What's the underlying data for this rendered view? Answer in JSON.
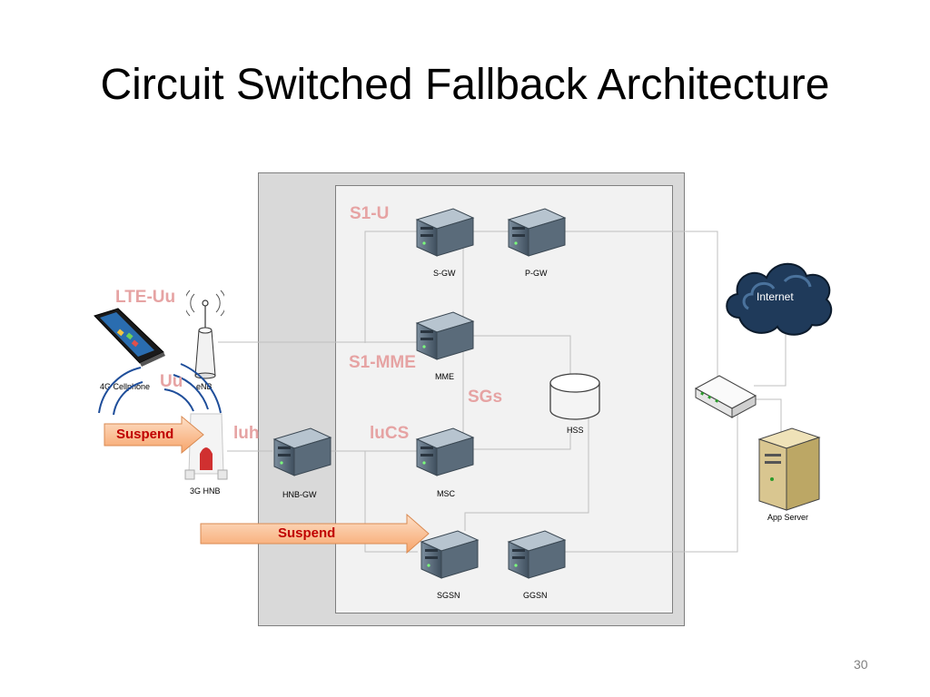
{
  "slide": {
    "title": "Circuit Switched Fallback Architecture",
    "page_number": "30"
  },
  "nodes": {
    "sgw": "S-GW",
    "pgw": "P-GW",
    "mme": "MME",
    "hss": "HSS",
    "msc": "MSC",
    "hnbgw": "HNB-GW",
    "sgsn": "SGSN",
    "ggsn": "GGSN",
    "cellphone": "4G Cellphone",
    "enb": "eNB",
    "hnb": "3G HNB",
    "internet": "Internet",
    "app_server": "App Server"
  },
  "interfaces": {
    "s1u": "S1-U",
    "lte_uu": "LTE-Uu",
    "s1mme": "S1-MME",
    "uu": "Uu",
    "sgs": "SGs",
    "iuh": "luh",
    "iucs": "luCS"
  },
  "arrows": {
    "suspend_left": "Suspend",
    "suspend_middle": "Suspend"
  },
  "colors": {
    "interface_label": "#e6a3a3",
    "arrow_fill": "#fbc9a3",
    "arrow_text": "#c00000",
    "cloud": "#1f3a5a"
  }
}
